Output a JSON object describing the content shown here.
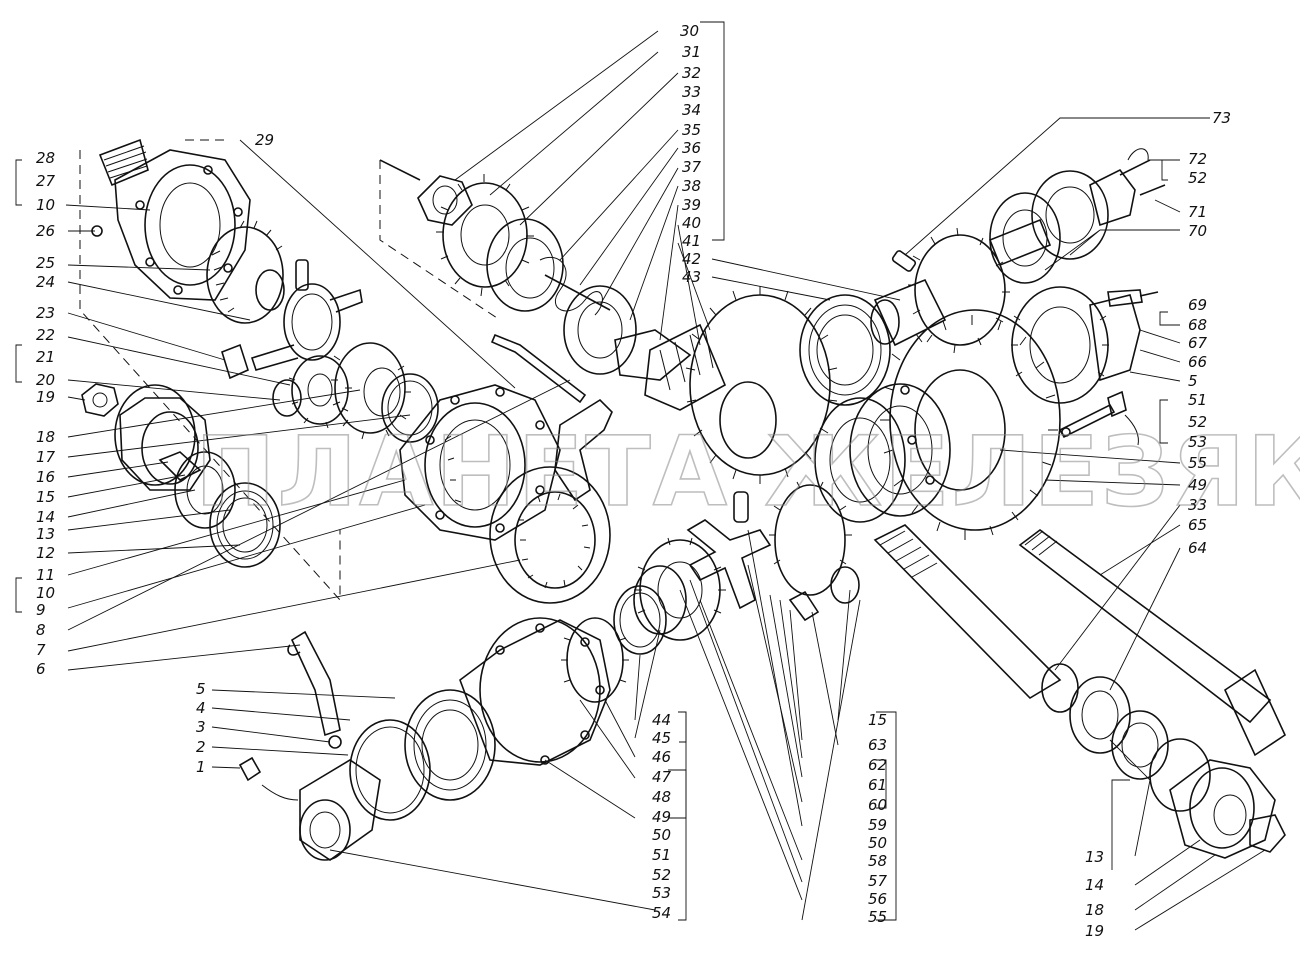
{
  "watermark": "ПЛАНЕТА ЖЕЛЕЗЯКА",
  "labels": {
    "l1": "1",
    "l2": "2",
    "l3": "3",
    "l4": "4",
    "l5": "5",
    "l5b": "5",
    "l6": "6",
    "l7": "7",
    "l8": "8",
    "l9": "9",
    "l10": "10",
    "l10b": "10",
    "l11": "11",
    "l12": "12",
    "l13": "13",
    "l13b": "13",
    "l14": "14",
    "l14b": "14",
    "l15": "15",
    "l15b": "15",
    "l16": "16",
    "l17": "17",
    "l18": "18",
    "l18b": "18",
    "l19": "19",
    "l19b": "19",
    "l20": "20",
    "l21": "21",
    "l22": "22",
    "l23": "23",
    "l24": "24",
    "l25": "25",
    "l26": "26",
    "l27": "27",
    "l28": "28",
    "l29": "29",
    "l30": "30",
    "l31": "31",
    "l32": "32",
    "l33": "33",
    "l33b": "33",
    "l34": "34",
    "l35": "35",
    "l36": "36",
    "l37": "37",
    "l38": "38",
    "l39": "39",
    "l40": "40",
    "l41": "41",
    "l42": "42",
    "l43": "43",
    "l44": "44",
    "l45": "45",
    "l46": "46",
    "l47": "47",
    "l48": "48",
    "l49": "49",
    "l49b": "49",
    "l50": "50",
    "l50b": "50",
    "l51": "51",
    "l51b": "51",
    "l52": "52",
    "l52b": "52",
    "l52c": "52",
    "l53": "53",
    "l53b": "53",
    "l54": "54",
    "l55": "55",
    "l55b": "55",
    "l56": "56",
    "l57": "57",
    "l58": "58",
    "l59": "59",
    "l60": "60",
    "l61": "61",
    "l62": "62",
    "l63": "63",
    "l64": "64",
    "l65": "65",
    "l66": "66",
    "l67": "67",
    "l68": "68",
    "l69": "69",
    "l70": "70",
    "l71": "71",
    "l72": "72",
    "l73": "73"
  }
}
